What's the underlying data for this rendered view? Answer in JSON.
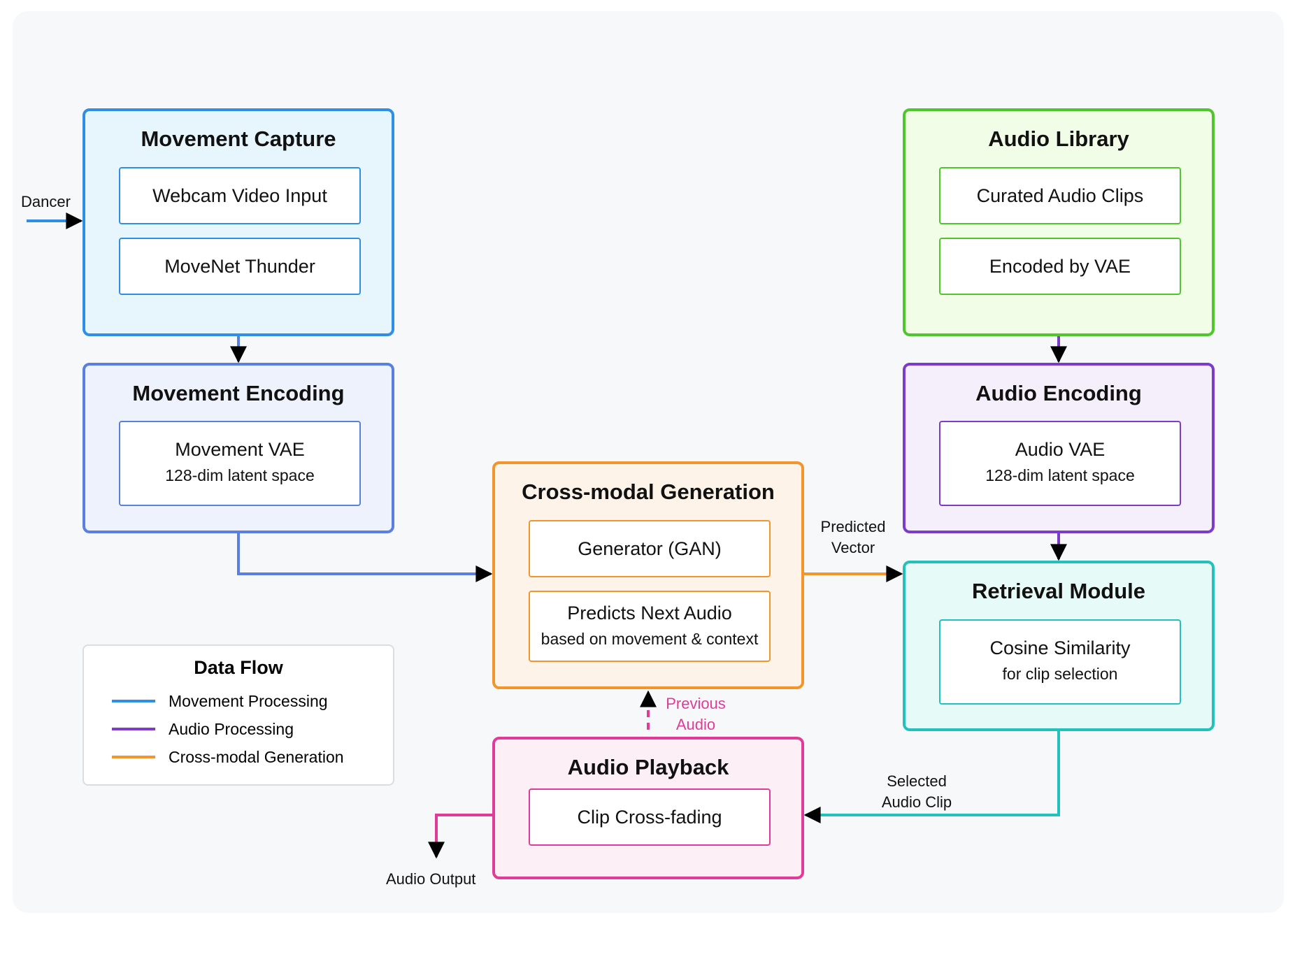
{
  "colors": {
    "movement_capture": "#2f8fe6",
    "movement_encoding": "#5a7fe0",
    "audio_library": "#4fc72c",
    "audio_encoding": "#7b3ccb",
    "cross_modal": "#f1952c",
    "retrieval": "#22c1bb",
    "playback": "#e13b9a"
  },
  "nodes": {
    "movement_capture": {
      "title": "Movement Capture",
      "items": [
        "Webcam Video Input",
        "MoveNet Thunder"
      ]
    },
    "movement_encoding": {
      "title": "Movement Encoding",
      "item_main": "Movement VAE",
      "item_sub": "128-dim latent space"
    },
    "audio_library": {
      "title": "Audio Library",
      "items": [
        "Curated Audio Clips",
        "Encoded by VAE"
      ]
    },
    "audio_encoding": {
      "title": "Audio Encoding",
      "item_main": "Audio VAE",
      "item_sub": "128-dim latent space"
    },
    "cross_modal": {
      "title": "Cross-modal Generation",
      "item1": "Generator (GAN)",
      "item2_main": "Predicts Next Audio",
      "item2_sub": "based on movement & context"
    },
    "retrieval": {
      "title": "Retrieval Module",
      "item_main": "Cosine Similarity",
      "item_sub": "for clip selection"
    },
    "playback": {
      "title": "Audio Playback",
      "item": "Clip Cross-fading"
    }
  },
  "edge_labels": {
    "dancer": "Dancer",
    "predicted_vector": [
      "Predicted",
      "Vector"
    ],
    "previous_audio": [
      "Previous",
      "Audio"
    ],
    "selected_audio_clip": [
      "Selected",
      "Audio Clip"
    ],
    "audio_output": "Audio Output"
  },
  "legend": {
    "title": "Data Flow",
    "items": [
      {
        "label": "Movement Processing",
        "color": "#2f8fe6"
      },
      {
        "label": "Audio Processing",
        "color": "#7b3ccb"
      },
      {
        "label": "Cross-modal Generation",
        "color": "#f1952c"
      }
    ]
  }
}
